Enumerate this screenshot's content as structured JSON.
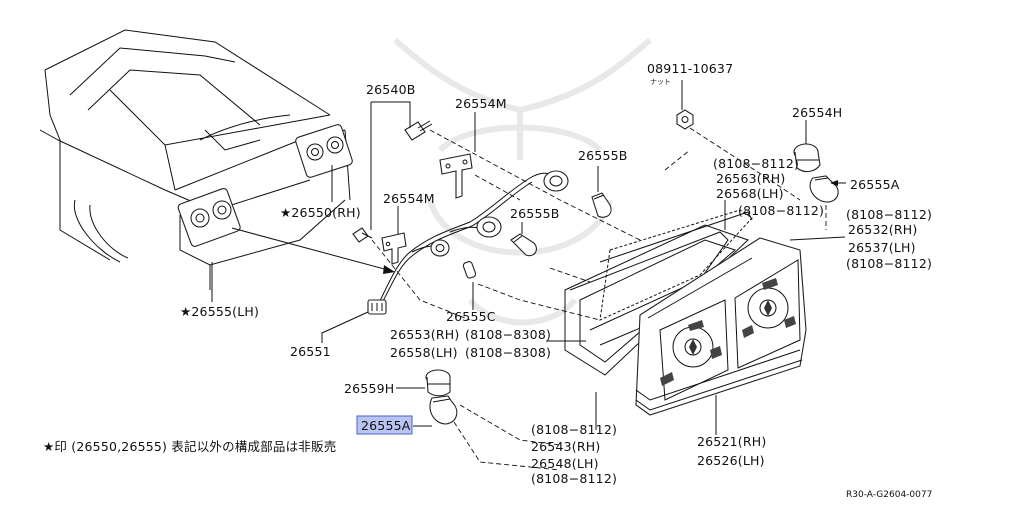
{
  "labels": {
    "p08911": "08911-10637",
    "nut": "ナット",
    "p26540B": "26540B",
    "p26554M_top": "26554M",
    "p26555B_top": "26555B",
    "p26554H": "26554H",
    "range_8108_8112_a": "(8108−8112)",
    "p26563": "26563(RH)",
    "p26568": "26568(LH)",
    "range_8108_8112_b": "(8108−8112)",
    "p26555A_right": "26555A",
    "range_8108_8112_c": "(8108−8112)",
    "p26532": "26532(RH)",
    "p26537": "26537(LH)",
    "range_8108_8112_d": "(8108−8112)",
    "p26550": "★26550(RH)",
    "p26554M_mid": "26554M",
    "p26555B_mid": "26555B",
    "p26555": "★26555(LH)",
    "p26555C": "26555C",
    "p26551": "26551",
    "p26553": "26553(RH)",
    "range_8108_8308_a": "(8108−8308)",
    "p26558": "26558(LH)",
    "range_8108_8308_b": "(8108−8308)",
    "p26559H": "26559H",
    "p26555A_highlight": "26555A",
    "footnote": "★印 (26550,26555) 表記以外の構成部品は非販売",
    "range_8108_8112_e": "(8108−8112)",
    "p26543": "26543(RH)",
    "p26548": "26548(LH)",
    "range_8108_8112_f": "(8108−8112)",
    "p26521": "26521(RH)",
    "p26526": "26526(LH)",
    "diagram_code": "R30-A-G2604-0077"
  },
  "colors": {
    "highlight_fill": "#b9c4f0",
    "highlight_border": "#4a5ed0"
  }
}
